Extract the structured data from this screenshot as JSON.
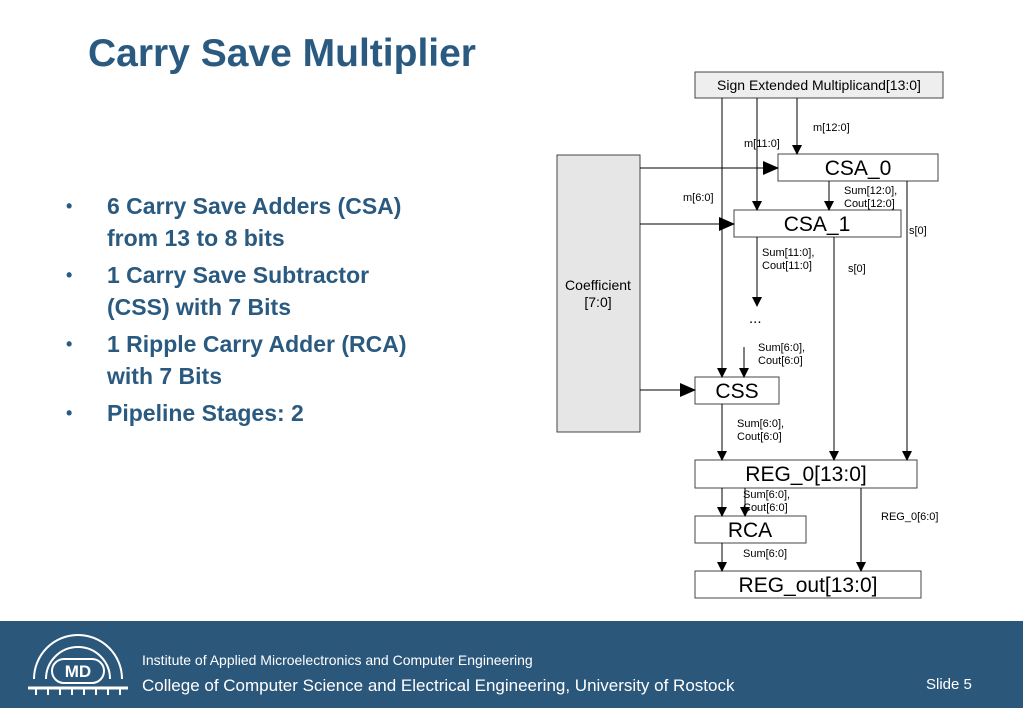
{
  "title": "Carry Save Multiplier",
  "bullets": [
    {
      "line1": "6 Carry Save Adders (CSA)",
      "line2": "from 13 to 8 bits"
    },
    {
      "line1": "1 Carry Save Subtractor",
      "line2": "(CSS) with 7 Bits"
    },
    {
      "line1": "1 Ripple Carry Adder (RCA)",
      "line2": "with 7 Bits"
    },
    {
      "line1": "Pipeline Stages: 2",
      "line2": ""
    }
  ],
  "bullet_marker": "•",
  "diagram": {
    "multiplicand": "Sign Extended Multiplicand[13:0]",
    "coefficient_line1": "Coefficient",
    "coefficient_line2": "[7:0]",
    "csa0": "CSA_0",
    "csa1": "CSA_1",
    "css": "CSS",
    "reg0": "REG_0[13:0]",
    "rca": "RCA",
    "regout": "REG_out[13:0]",
    "m12": "m[12:0]",
    "m11": "m[11:0]",
    "m6": "m[6:0]",
    "sum12": "Sum[12:0],",
    "cout12": "Cout[12:0]",
    "s0_top": "s[0]",
    "sum11": "Sum[11:0],",
    "cout11": "Cout[11:0]",
    "s0_mid": "s[0]",
    "ellipsis": "...",
    "sum6a": "Sum[6:0],",
    "cout6a": "Cout[6:0]",
    "sum6b": "Sum[6:0],",
    "cout6b": "Cout[6:0]",
    "sum6c": "Sum[6:0],",
    "cout6c": "Cout[6:0]",
    "reg0_6": "REG_0[6:0]",
    "sum6d": "Sum[6:0]"
  },
  "footer": {
    "logo_text": "MD",
    "line1": "Institute of Applied Microelectronics and Computer Engineering",
    "line2": "College of Computer Science and Electrical Engineering, University of Rostock",
    "slide": "Slide 5"
  },
  "colors": {
    "title": "#2a5a80",
    "footer_bg": "#2b577b",
    "coefficient_fill": "#e6e6e6"
  }
}
